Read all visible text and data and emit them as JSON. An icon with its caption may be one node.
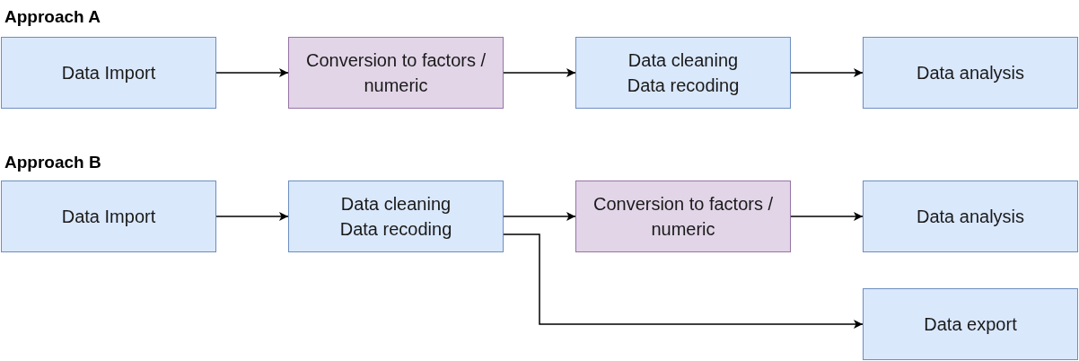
{
  "diagram": {
    "nodes": [
      {
        "text": [
          "Data Import"
        ]
      },
      {
        "text": [
          "Conversion to factors / numeric"
        ]
      },
      {
        "text": [
          "Data cleaning",
          "Data recoding"
        ]
      },
      {
        "text": [
          "Data analysis"
        ]
      },
      {
        "text": [
          "Data Import"
        ]
      },
      {
        "text": [
          "Data cleaning",
          "Data recoding"
        ]
      },
      {
        "text": [
          "Conversion to factors / numeric"
        ]
      },
      {
        "text": [
          "Data analysis"
        ]
      },
      {
        "text": [
          "Data export"
        ]
      }
    ],
    "edges": [
      {
        "from": 0,
        "to": 1,
        "arrow": "to"
      },
      {
        "from": 1,
        "to": 2,
        "arrow": "to"
      },
      {
        "from": 2,
        "to": 3,
        "arrow": "to"
      },
      {
        "from": 4,
        "to": 5,
        "arrow": "to"
      },
      {
        "from": 5,
        "to": 6,
        "arrow": "to"
      },
      {
        "from": 6,
        "to": 7,
        "arrow": "to"
      },
      {
        "from": 5,
        "to": 8,
        "arrow": "to"
      }
    ],
    "labels": [
      "Approach A",
      "Approach B"
    ]
  }
}
